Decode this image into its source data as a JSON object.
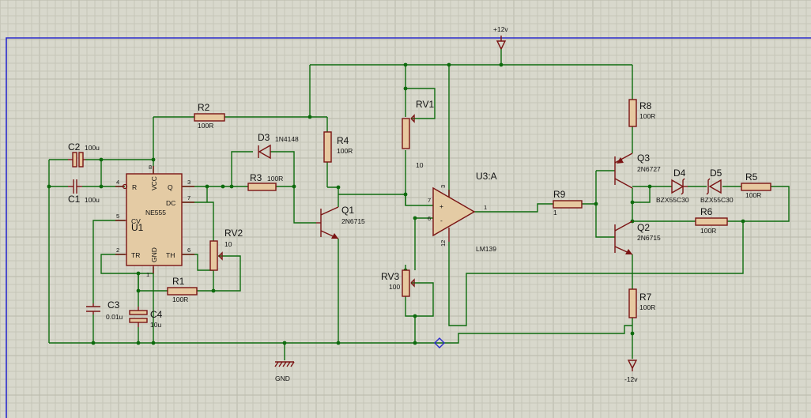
{
  "rails": {
    "vpos": "+12v",
    "vneg": "-12v",
    "gnd": "GND"
  },
  "U1": {
    "ref": "U1",
    "value": "NE555",
    "pins": {
      "vcc": "VCC",
      "r": "R",
      "q": "Q",
      "dc": "DC",
      "cv": "CV",
      "tr": "TR",
      "gnd": "GND",
      "th": "TH"
    },
    "pin_numbers": {
      "p1": "1",
      "p2": "2",
      "p3": "3",
      "p4": "4",
      "p5": "5",
      "p6": "6",
      "p7": "7",
      "p8": "8"
    }
  },
  "U3": {
    "ref": "U3:A",
    "value": "LM139",
    "pin_numbers": {
      "p1": "1",
      "p3": "3",
      "p6": "6",
      "p7": "7",
      "p12": "12"
    },
    "plus": "+",
    "minus": "-"
  },
  "R1": {
    "ref": "R1",
    "value": "100R"
  },
  "R2": {
    "ref": "R2",
    "value": "100R"
  },
  "R3": {
    "ref": "R3",
    "value": "100R"
  },
  "R4": {
    "ref": "R4",
    "value": "100R"
  },
  "R5": {
    "ref": "R5",
    "value": "100R"
  },
  "R6": {
    "ref": "R6",
    "value": "100R"
  },
  "R7": {
    "ref": "R7",
    "value": "100R"
  },
  "R8": {
    "ref": "R8",
    "value": "100R"
  },
  "R9": {
    "ref": "R9",
    "value": "1"
  },
  "RV1": {
    "ref": "RV1",
    "value": "10"
  },
  "RV2": {
    "ref": "RV2",
    "value": "10"
  },
  "RV3": {
    "ref": "RV3",
    "value": "100"
  },
  "C1": {
    "ref": "C1",
    "value": "100u"
  },
  "C2": {
    "ref": "C2",
    "value": "100u"
  },
  "C3": {
    "ref": "C3",
    "value": "0.01u"
  },
  "C4": {
    "ref": "C4",
    "value": "10u"
  },
  "D3": {
    "ref": "D3",
    "value": "1N4148"
  },
  "D4": {
    "ref": "D4",
    "value": "BZX55C30"
  },
  "D5": {
    "ref": "D5",
    "value": "BZX55C30"
  },
  "Q1": {
    "ref": "Q1",
    "value": "2N6715"
  },
  "Q2": {
    "ref": "Q2",
    "value": "2N6715"
  },
  "Q3": {
    "ref": "Q3",
    "value": "2N6727"
  },
  "colors": {
    "background": "#d8d8cc",
    "wire": "#0e6b0e",
    "component": "#7a1414",
    "body_fill": "#e4cba4",
    "frame": "#2b2bcc"
  }
}
